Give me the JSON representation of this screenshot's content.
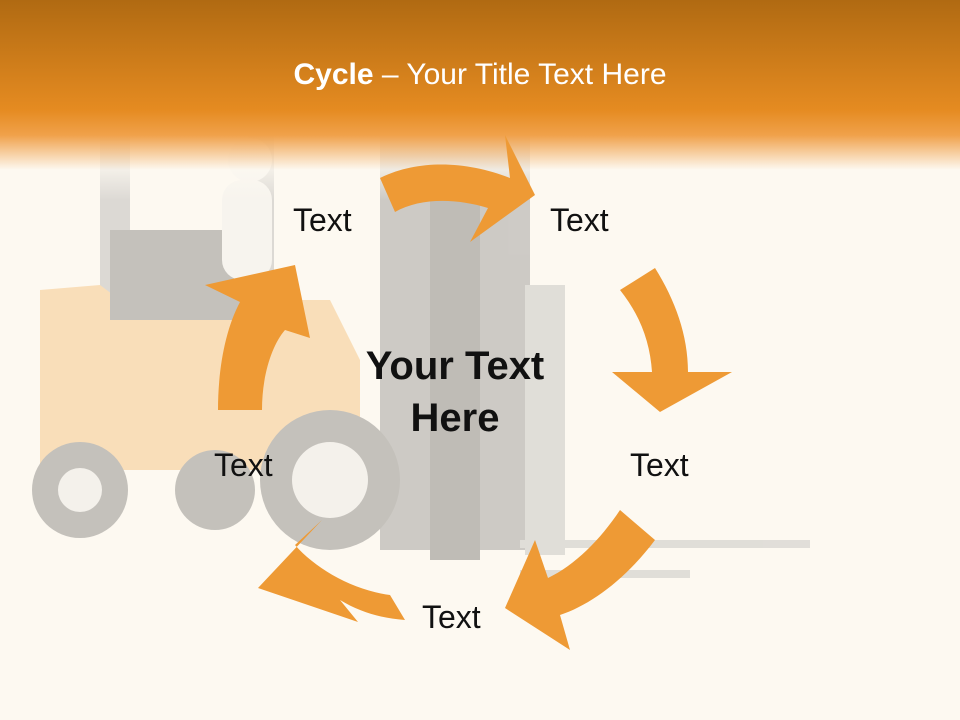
{
  "title": {
    "bold": "Cycle",
    "rest": " – Your Title Text Here"
  },
  "center_text": {
    "line1": "Your Text",
    "line2": "Here"
  },
  "cycle_labels": [
    "Text",
    "Text",
    "Text",
    "Text",
    "Text"
  ],
  "colors": {
    "header": "#e58b21",
    "arrow": "#ee9a35",
    "background": "#fdf9f1"
  }
}
